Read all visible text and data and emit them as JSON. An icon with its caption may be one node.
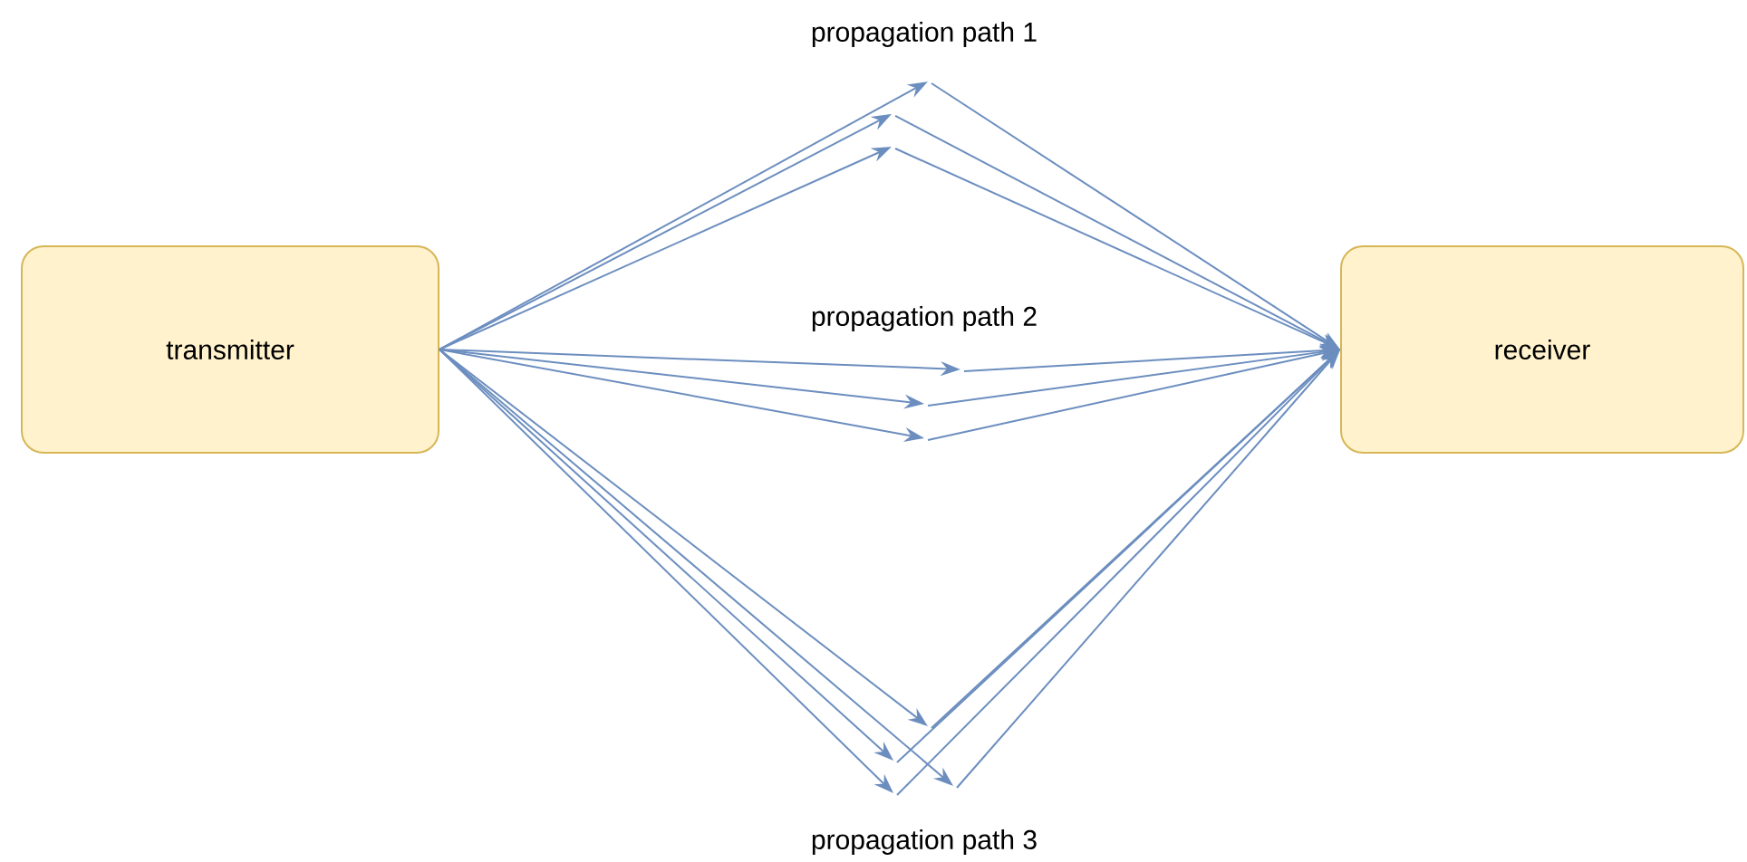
{
  "diagram": {
    "nodes": [
      {
        "text": [
          "transmitter"
        ]
      },
      {
        "text": [
          "receiver"
        ]
      }
    ],
    "edges": [
      {
        "from": 0,
        "to": null,
        "arrow": "to"
      },
      {
        "from": 0,
        "to": null,
        "arrow": "to"
      },
      {
        "from": 0,
        "to": null,
        "arrow": "to"
      },
      {
        "from": 0,
        "to": null,
        "arrow": "to"
      },
      {
        "from": 0,
        "to": null,
        "arrow": "to"
      },
      {
        "from": 0,
        "to": null,
        "arrow": "to"
      },
      {
        "from": 0,
        "to": null,
        "arrow": "to"
      },
      {
        "from": 0,
        "to": null,
        "arrow": "to"
      },
      {
        "from": 0,
        "to": null,
        "arrow": "to"
      },
      {
        "from": 0,
        "to": null,
        "arrow": "to"
      },
      {
        "from": null,
        "to": 1,
        "arrow": "to"
      },
      {
        "from": null,
        "to": 1,
        "arrow": "to"
      },
      {
        "from": null,
        "to": 1,
        "arrow": "to"
      },
      {
        "from": null,
        "to": 1,
        "arrow": "to"
      },
      {
        "from": null,
        "to": 1,
        "arrow": "to"
      },
      {
        "from": null,
        "to": 1,
        "arrow": "to"
      },
      {
        "from": null,
        "to": 1,
        "arrow": "to"
      },
      {
        "from": null,
        "to": 1,
        "arrow": "to"
      },
      {
        "from": null,
        "to": 1,
        "arrow": "to"
      },
      {
        "from": null,
        "to": 1,
        "arrow": "to"
      }
    ],
    "labels": [
      "propagation path 1",
      "propagation path 2",
      "propagation path 3"
    ]
  }
}
